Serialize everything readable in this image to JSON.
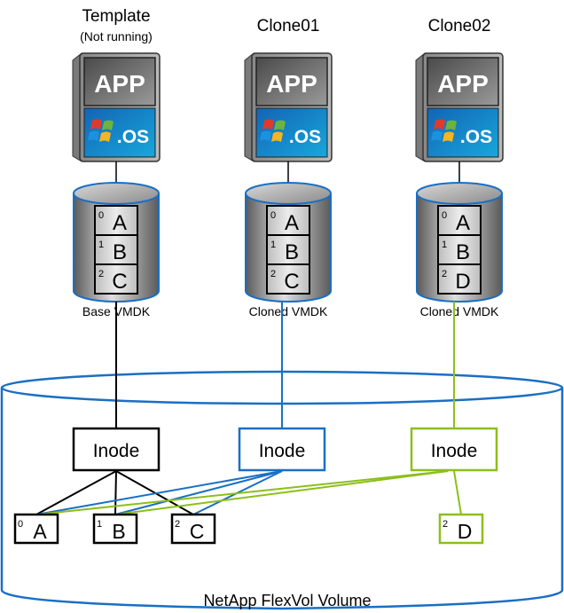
{
  "colors": {
    "black": "#000000",
    "blue": "#1a6fc4",
    "green": "#8cbf1a",
    "app_gray": "#6e6e6e",
    "os_blue": "#1a78c8"
  },
  "vms": [
    {
      "title": "Template",
      "subtitle": "(Not running)",
      "app": "APP",
      "os": ".OS",
      "disk_label": "Base VMDK",
      "blocks": [
        {
          "idx": "0",
          "letter": "A"
        },
        {
          "idx": "1",
          "letter": "B"
        },
        {
          "idx": "2",
          "letter": "C"
        }
      ],
      "link_color": "black"
    },
    {
      "title": "Clone01",
      "subtitle": "",
      "app": "APP",
      "os": ".OS",
      "disk_label": "Cloned VMDK",
      "blocks": [
        {
          "idx": "0",
          "letter": "A"
        },
        {
          "idx": "1",
          "letter": "B"
        },
        {
          "idx": "2",
          "letter": "C"
        }
      ],
      "link_color": "blue"
    },
    {
      "title": "Clone02",
      "subtitle": "",
      "app": "APP",
      "os": ".OS",
      "disk_label": "Cloned VMDK",
      "blocks": [
        {
          "idx": "0",
          "letter": "A"
        },
        {
          "idx": "1",
          "letter": "B"
        },
        {
          "idx": "2",
          "letter": "D"
        }
      ],
      "link_color": "green"
    }
  ],
  "volume": {
    "label": "NetApp FlexVol Volume",
    "inode_label": "Inode",
    "blocks": [
      {
        "idx": "0",
        "letter": "A",
        "color": "black"
      },
      {
        "idx": "1",
        "letter": "B",
        "color": "black"
      },
      {
        "idx": "2",
        "letter": "C",
        "color": "black"
      },
      {
        "idx": "2",
        "letter": "D",
        "color": "green"
      }
    ]
  }
}
